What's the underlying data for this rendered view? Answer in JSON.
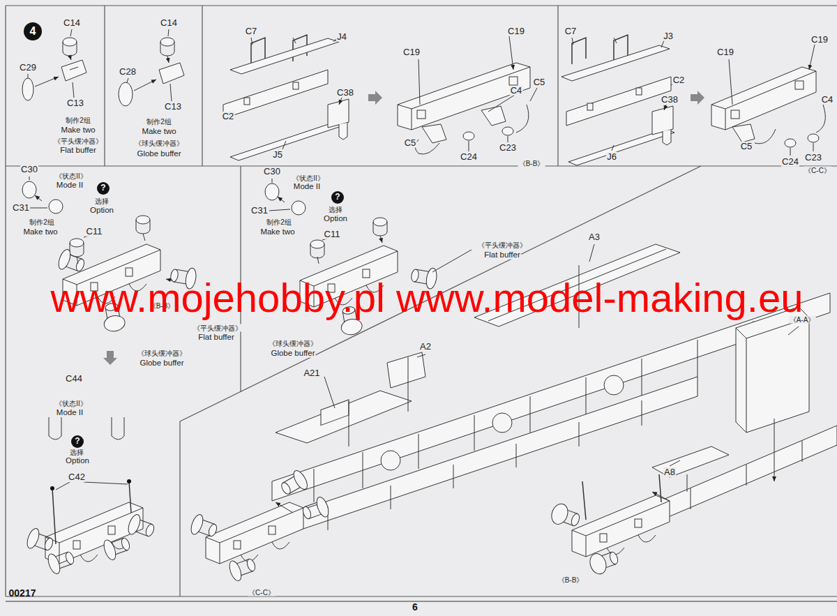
{
  "diagram": {
    "labels": [
      "4",
      "C14",
      "C29",
      "C13",
      "制作2组",
      "Make two",
      "《平头缓冲器》",
      "Flat buffer",
      "C14",
      "C28",
      "C13",
      "制作2组",
      "Make two",
      "《球头缓冲器》",
      "Globe buffer",
      "C7",
      "J4",
      "C38",
      "C2",
      "J5",
      "C19",
      "C19",
      "C4",
      "C5",
      "C5",
      "C24",
      "C23",
      "《B-B》",
      "C7",
      "J3",
      "C19",
      "C19",
      "C2",
      "C38",
      "J6",
      "C5",
      "C24",
      "C4",
      "C23",
      "《C-C》",
      "C30",
      "《状态II》",
      "Mode II",
      "?",
      "选择",
      "Option",
      "C31",
      "制作2组",
      "Make two",
      "C11",
      "《B-B》",
      "《平头缓冲器》",
      "Flat buffer",
      "《球头缓冲器》",
      "Globe buffer",
      "C30",
      "《状态II》",
      "Mode II",
      "?",
      "选择",
      "Option",
      "C31",
      "制作2组",
      "Make two",
      "C11",
      "《平头缓冲器》",
      "Flat buffer",
      "《球头缓冲器》",
      "Globe buffer",
      "A3",
      "A2",
      "A21",
      "《A-A》",
      "A8",
      "《C-C》",
      "《B-B》",
      "C44",
      "《状态II》",
      "Mode II",
      "?",
      "选择",
      "Option",
      "C42",
      "00217",
      "6",
      "www.mojehobby.pl www.model-making.eu"
    ]
  }
}
